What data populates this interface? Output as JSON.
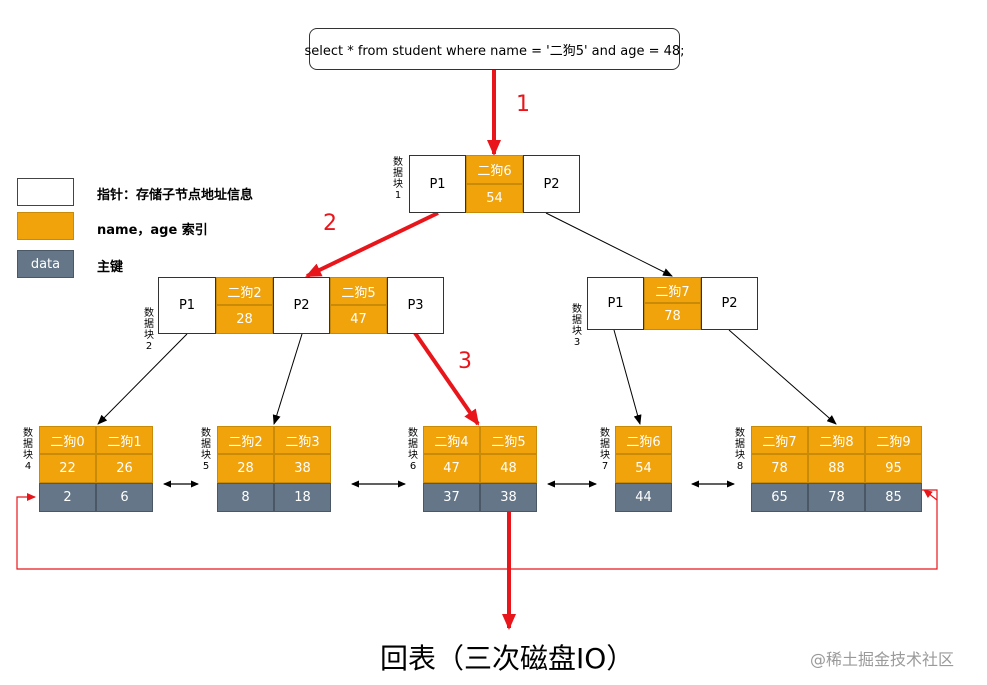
{
  "query": "select * from student where name = '二狗5' and age = 48;",
  "legend": [
    {
      "text": "指针：存储子节点地址信息",
      "swatch": "",
      "color": "#ffffff"
    },
    {
      "text": "name，age 索引",
      "swatch": "",
      "color": "#f0a30a"
    },
    {
      "text": "主键",
      "swatch": "data",
      "color": "#647687"
    }
  ],
  "steps": [
    "1",
    "2",
    "3"
  ],
  "nodes": {
    "root": {
      "block": "数\n据\n块\n1",
      "pointers": [
        "P1",
        "P2"
      ],
      "keys": [
        {
          "name": "二狗6",
          "age": "54"
        }
      ]
    },
    "left": {
      "block": "数\n据\n块\n2",
      "pointers": [
        "P1",
        "P2",
        "P3"
      ],
      "keys": [
        {
          "name": "二狗2",
          "age": "28"
        },
        {
          "name": "二狗5",
          "age": "47"
        }
      ]
    },
    "right": {
      "block": "数\n据\n块\n3",
      "pointers": [
        "P1",
        "P2"
      ],
      "keys": [
        {
          "name": "二狗7",
          "age": "78"
        }
      ]
    }
  },
  "leaves": [
    {
      "block": "数\n据\n块\n4",
      "keys": [
        {
          "name": "二狗0",
          "age": "22",
          "id": "2"
        },
        {
          "name": "二狗1",
          "age": "26",
          "id": "6"
        }
      ]
    },
    {
      "block": "数\n据\n块\n5",
      "keys": [
        {
          "name": "二狗2",
          "age": "28",
          "id": "8"
        },
        {
          "name": "二狗3",
          "age": "38",
          "id": "18"
        }
      ]
    },
    {
      "block": "数\n据\n块\n6",
      "keys": [
        {
          "name": "二狗4",
          "age": "47",
          "id": "37"
        },
        {
          "name": "二狗5",
          "age": "48",
          "id": "38"
        }
      ]
    },
    {
      "block": "数\n据\n块\n7",
      "keys": [
        {
          "name": "二狗6",
          "age": "54",
          "id": "44"
        }
      ]
    },
    {
      "block": "数\n据\n块\n8",
      "keys": [
        {
          "name": "二狗7",
          "age": "78",
          "id": "65"
        },
        {
          "name": "二狗8",
          "age": "88",
          "id": "78"
        },
        {
          "name": "二狗9",
          "age": "95",
          "id": "85"
        }
      ]
    }
  ],
  "footer": "回表（三次磁盘IO）",
  "watermark": "@稀土掘金技术社区"
}
